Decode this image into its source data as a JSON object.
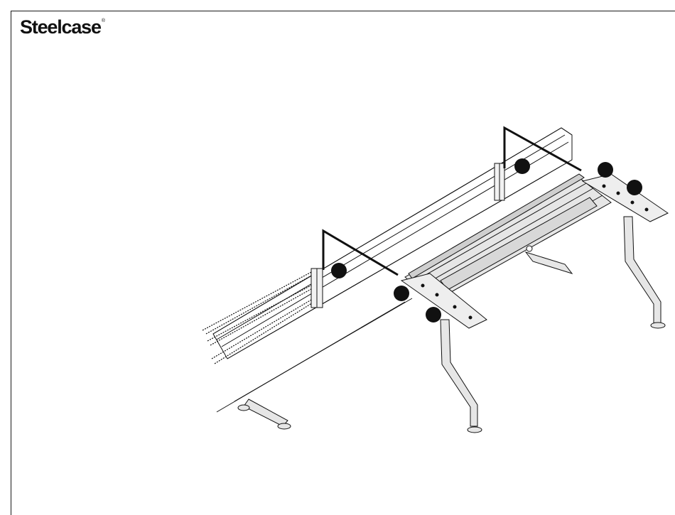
{
  "brand": {
    "name": "Steelcase",
    "mark": "®"
  },
  "diagram": {
    "callouts": [
      {
        "id": 1,
        "label": ""
      },
      {
        "id": 2,
        "label": ""
      },
      {
        "id": 3,
        "label": ""
      },
      {
        "id": 4,
        "label": ""
      },
      {
        "id": 5,
        "label": ""
      },
      {
        "id": 6,
        "label": ""
      }
    ],
    "colors": {
      "ink": "#111111",
      "fill": "#e6e6e6",
      "shade": "#c9c9c9",
      "paper": "#ffffff"
    }
  }
}
